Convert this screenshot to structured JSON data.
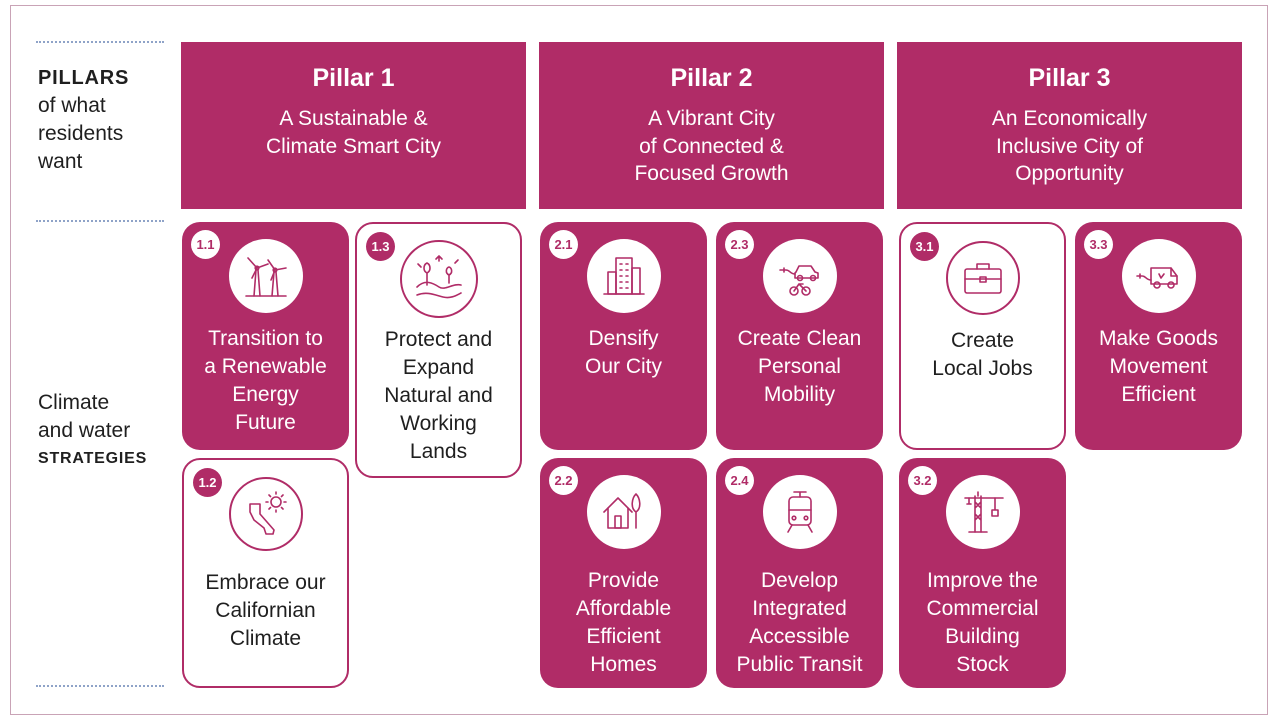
{
  "labels": {
    "pillars_heading": "PILLARS",
    "pillars_sub": "of what\nresidents\nwant",
    "strategies_line1": "Climate\nand water",
    "strategies_caps": "STRATEGIES"
  },
  "pillars": [
    {
      "title": "Pillar 1",
      "subtitle": "A Sustainable &\nClimate Smart City"
    },
    {
      "title": "Pillar 2",
      "subtitle": "A Vibrant City\nof Connected &\nFocused Growth"
    },
    {
      "title": "Pillar 3",
      "subtitle": "An Economically\nInclusive City of\nOpportunity"
    }
  ],
  "strategies": {
    "s1_1": {
      "num": "1.1",
      "text": "Transition to\na Renewable\nEnergy\nFuture",
      "icon": "wind-turbine-icon"
    },
    "s1_2": {
      "num": "1.2",
      "text": "Embrace our\nCalifornian\nClimate",
      "icon": "california-sun-icon"
    },
    "s1_3": {
      "num": "1.3",
      "text": "Protect and\nExpand\nNatural and\nWorking\nLands",
      "icon": "landscape-icon"
    },
    "s2_1": {
      "num": "2.1",
      "text": "Densify\nOur City",
      "icon": "building-icon"
    },
    "s2_2": {
      "num": "2.2",
      "text": "Provide\nAffordable\nEfficient\nHomes",
      "icon": "eco-home-icon"
    },
    "s2_3": {
      "num": "2.3",
      "text": "Create Clean\nPersonal\nMobility",
      "icon": "ev-car-bike-icon"
    },
    "s2_4": {
      "num": "2.4",
      "text": "Develop\nIntegrated\nAccessible\nPublic Transit",
      "icon": "train-icon"
    },
    "s3_1": {
      "num": "3.1",
      "text": "Create\nLocal Jobs",
      "icon": "briefcase-icon"
    },
    "s3_2": {
      "num": "3.2",
      "text": "Improve the\nCommercial\nBuilding\nStock",
      "icon": "crane-icon"
    },
    "s3_3": {
      "num": "3.3",
      "text": "Make Goods\nMovement\nEfficient",
      "icon": "electric-van-icon"
    }
  },
  "colors": {
    "accent": "#b02c67",
    "text": "#1f1f1f",
    "divider": "#8fa3c8"
  }
}
